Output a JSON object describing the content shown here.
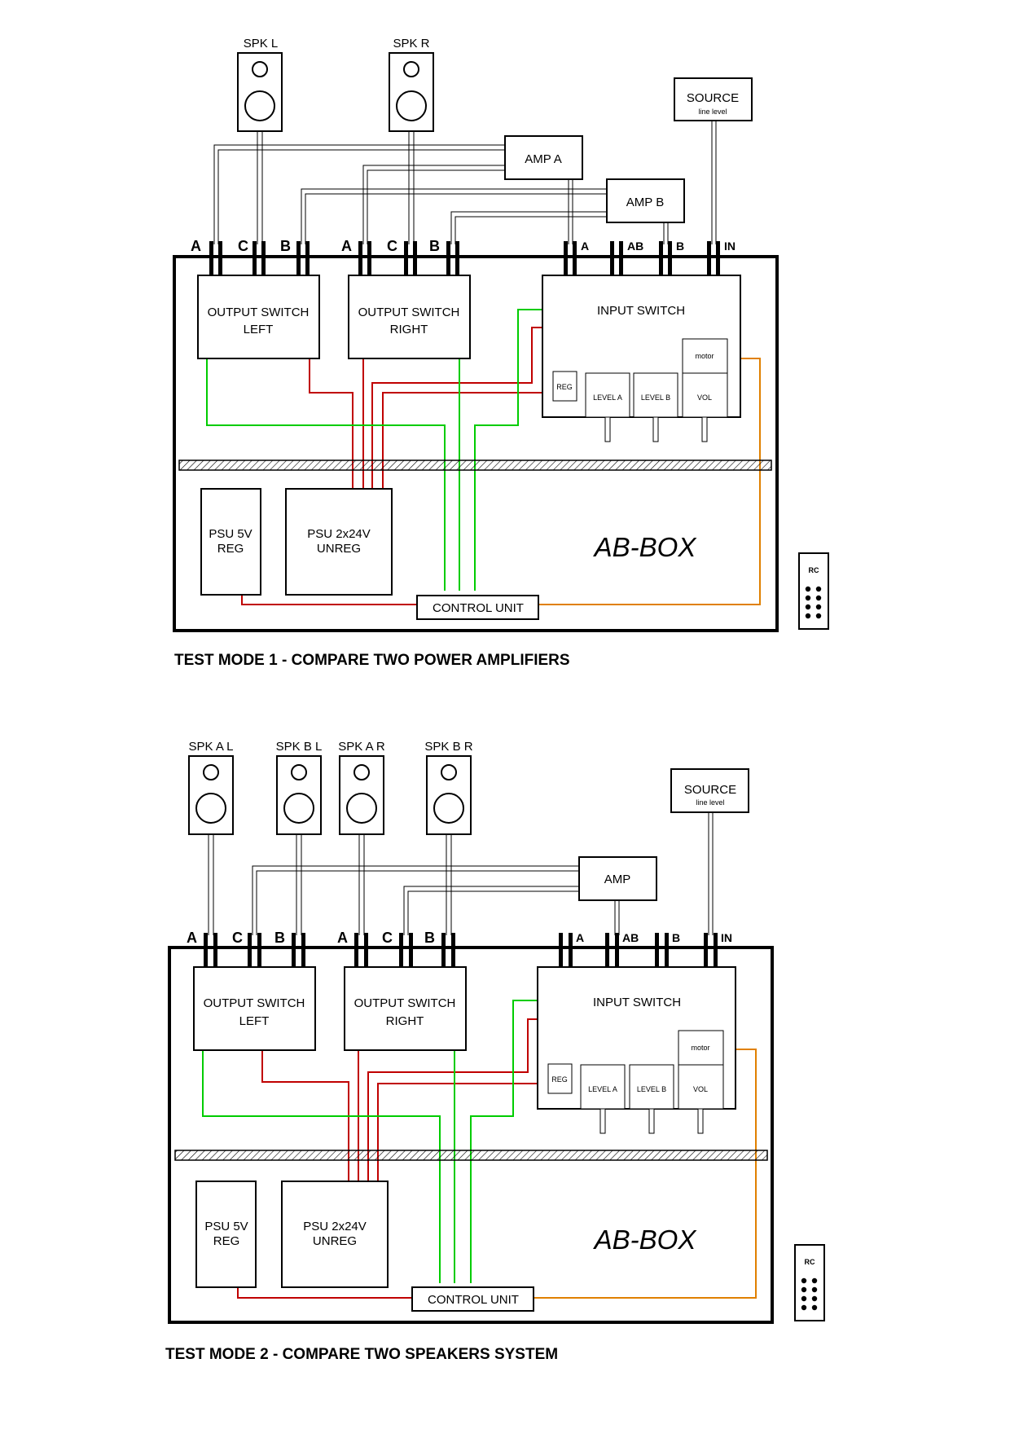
{
  "colors": {
    "line": "#000000",
    "red": "#c00000",
    "green": "#00cc00",
    "orange": "#e08000",
    "signal_wire": "#555555"
  },
  "mode1": {
    "title": "TEST MODE 1 -  COMPARE TWO POWER AMPLIFIERS",
    "speakers": [
      "SPK L",
      "SPK R"
    ],
    "amps": [
      "AMP A",
      "AMP B"
    ],
    "source": {
      "label": "SOURCE",
      "sub": "line level"
    },
    "out_left_pins": [
      "A",
      "C",
      "B"
    ],
    "out_right_pins": [
      "A",
      "C",
      "B"
    ],
    "input_pins": [
      "A",
      "AB",
      "B",
      "IN"
    ],
    "output_switch_left": [
      "OUTPUT SWITCH",
      "LEFT"
    ],
    "output_switch_right": [
      "OUTPUT SWITCH",
      "RIGHT"
    ],
    "input_switch": "INPUT SWITCH",
    "reg": "REG",
    "level_a": "LEVEL A",
    "level_b": "LEVEL B",
    "vol": "VOL",
    "motor": "motor",
    "psu5": [
      "PSU 5V",
      "REG"
    ],
    "psu24": [
      "PSU 2x24V",
      "UNREG"
    ],
    "brand": "AB-BOX",
    "control_unit": "CONTROL UNIT",
    "rc": "RC"
  },
  "mode2": {
    "title": "TEST MODE 2 - COMPARE TWO SPEAKERS SYSTEM",
    "speakers": [
      "SPK A L",
      "SPK B L",
      "SPK A R",
      "SPK B R"
    ],
    "amp": "AMP",
    "source": {
      "label": "SOURCE",
      "sub": "line level"
    },
    "out_left_pins": [
      "A",
      "C",
      "B"
    ],
    "out_right_pins": [
      "A",
      "C",
      "B"
    ],
    "input_pins": [
      "A",
      "AB",
      "B",
      "IN"
    ],
    "output_switch_left": [
      "OUTPUT SWITCH",
      "LEFT"
    ],
    "output_switch_right": [
      "OUTPUT SWITCH",
      "RIGHT"
    ],
    "input_switch": "INPUT SWITCH",
    "reg": "REG",
    "level_a": "LEVEL A",
    "level_b": "LEVEL B",
    "vol": "VOL",
    "motor": "motor",
    "psu5": [
      "PSU 5V",
      "REG"
    ],
    "psu24": [
      "PSU 2x24V",
      "UNREG"
    ],
    "brand": "AB-BOX",
    "control_unit": "CONTROL UNIT",
    "rc": "RC"
  }
}
